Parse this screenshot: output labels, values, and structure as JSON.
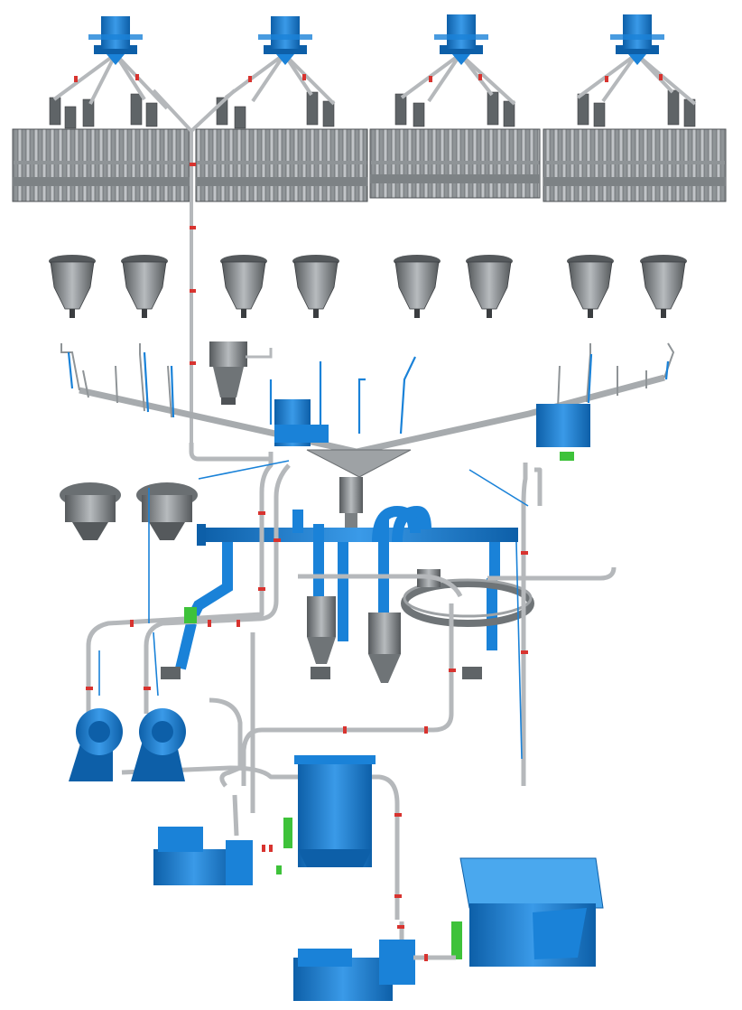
{
  "diagram": {
    "colors": {
      "blue": "#1a82d8",
      "blue_dark": "#0d5fa8",
      "blue_light": "#4aa8ee",
      "grey": "#8a8f93",
      "grey_dark": "#55595c",
      "grey_light": "#c9cccf",
      "pipe": "#b5b8bb",
      "flange": "#d8332f",
      "valve": "#3ec23a",
      "background": "#ffffff"
    },
    "components": [
      {
        "name": "flotation-cell-bank-1"
      },
      {
        "name": "flotation-cell-bank-2"
      },
      {
        "name": "flotation-cell-bank-3"
      },
      {
        "name": "flotation-cell-bank-4"
      },
      {
        "name": "conical-tank-row"
      },
      {
        "name": "main-launder"
      },
      {
        "name": "hydrocyclone-cluster"
      },
      {
        "name": "slurry-pump"
      },
      {
        "name": "feed-box"
      },
      {
        "name": "distributor-ring"
      }
    ]
  }
}
